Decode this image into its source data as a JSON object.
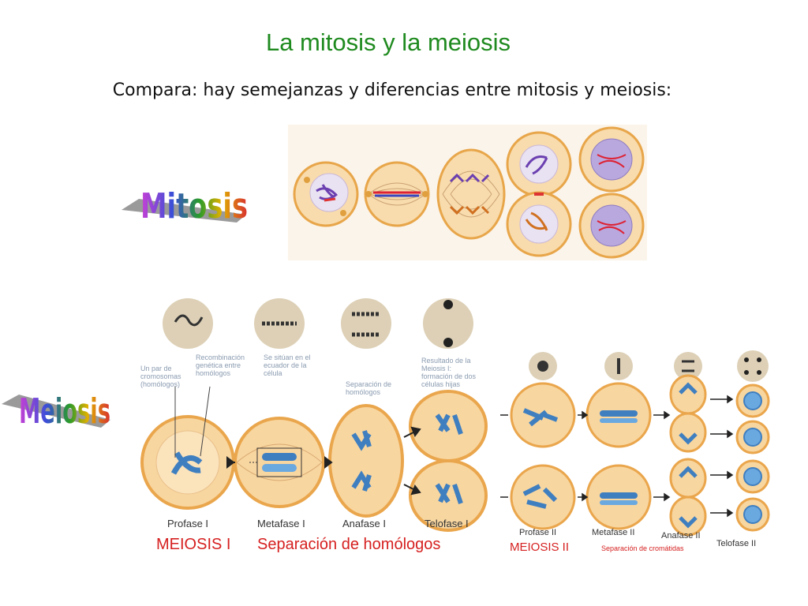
{
  "slide": {
    "title": "La mitosis y la meiosis",
    "subtitle": "Compara: hay semejanzas y diferencias entre mitosis y meiosis:"
  },
  "wordart": {
    "mitosis": "Mitosis",
    "meiosis": "Meiosis"
  },
  "meiosis1": {
    "callouts": [
      "Un par de cromosomas (homólogos)",
      "Recombinación genética entre homólogos",
      "Se sitúan en el ecuador de la célula",
      "Separación de homólogos",
      "Resultado de la Meiosis I: formación de dos células hijas"
    ],
    "phases": [
      "Profase I",
      "Metafase I",
      "Anafase I",
      "Telofase I"
    ],
    "banner_name": "MEIOSIS I",
    "banner_desc": "Separación de homólogos"
  },
  "meiosis2": {
    "phases": [
      "Profase II",
      "Metafase II",
      "Anafase II",
      "Telofase II"
    ],
    "banner_name": "MEIOSIS II",
    "banner_desc": "Separación de cromátidas"
  },
  "colors": {
    "title": "#1f8a1f",
    "callout_text": "#8a9bb0",
    "banner": "#d62020",
    "cell_fill": "#f6d6a0",
    "cell_border": "#e9a54a",
    "chromosome": "#3f7fc0"
  }
}
